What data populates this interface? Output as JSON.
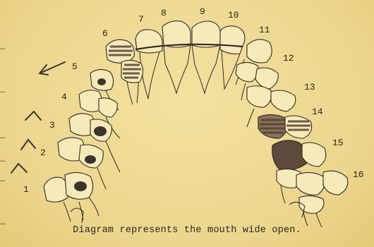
{
  "caption": "Diagram represents the mouth wide open.",
  "tooth_numbers": [
    "1",
    "2",
    "3",
    "4",
    "5",
    "6",
    "7",
    "8",
    "9",
    "10",
    "11",
    "12",
    "13",
    "14",
    "15",
    "16"
  ]
}
